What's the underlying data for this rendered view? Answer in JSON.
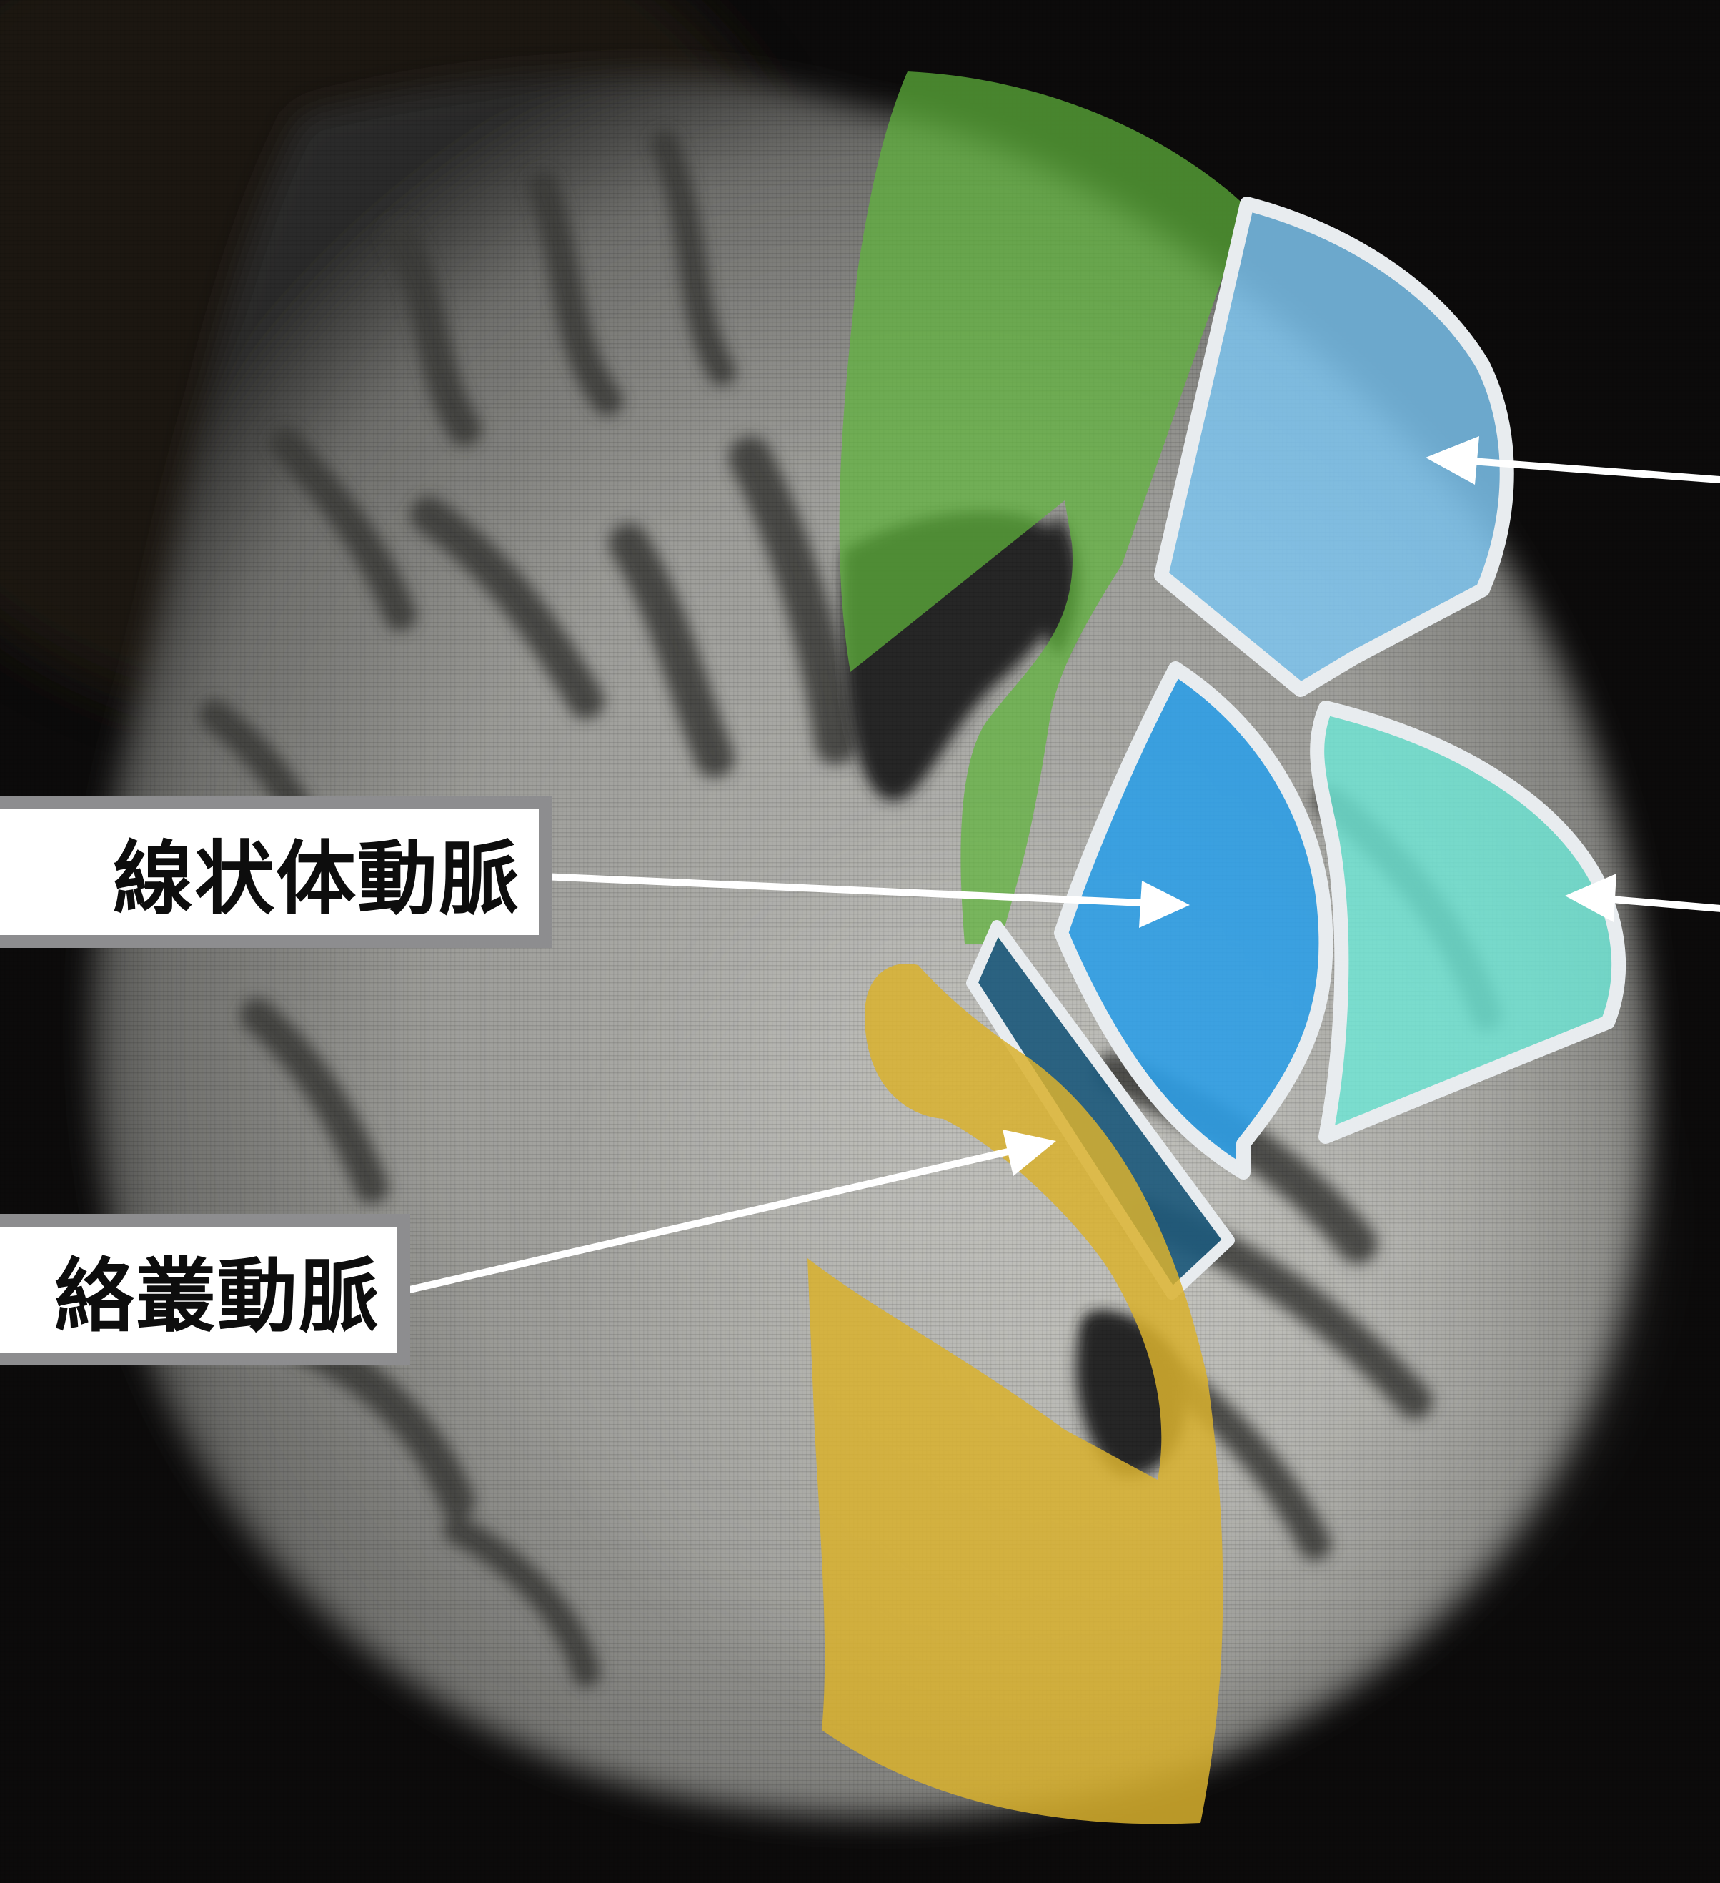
{
  "figure": {
    "kind": "axial brain MRI with color-coded arterial territory overlay",
    "background": "#0b0b0c"
  },
  "labels": {
    "striate_arteries": "線状体動脈",
    "choroidal_artery": "絡叢動脈"
  },
  "territory_colors": {
    "anterior_green": "#5fb43c",
    "upper_right_light_blue": "#7ec4ee",
    "center_blue": "#2f9fe6",
    "right_turquoise": "#6fe6d6",
    "dark_teal_bar": "#1e5a7c",
    "posterior_yellow": "#d9b22e",
    "outline_white": "#e8ecef",
    "label_frame_gray": "#8d8d8f"
  }
}
